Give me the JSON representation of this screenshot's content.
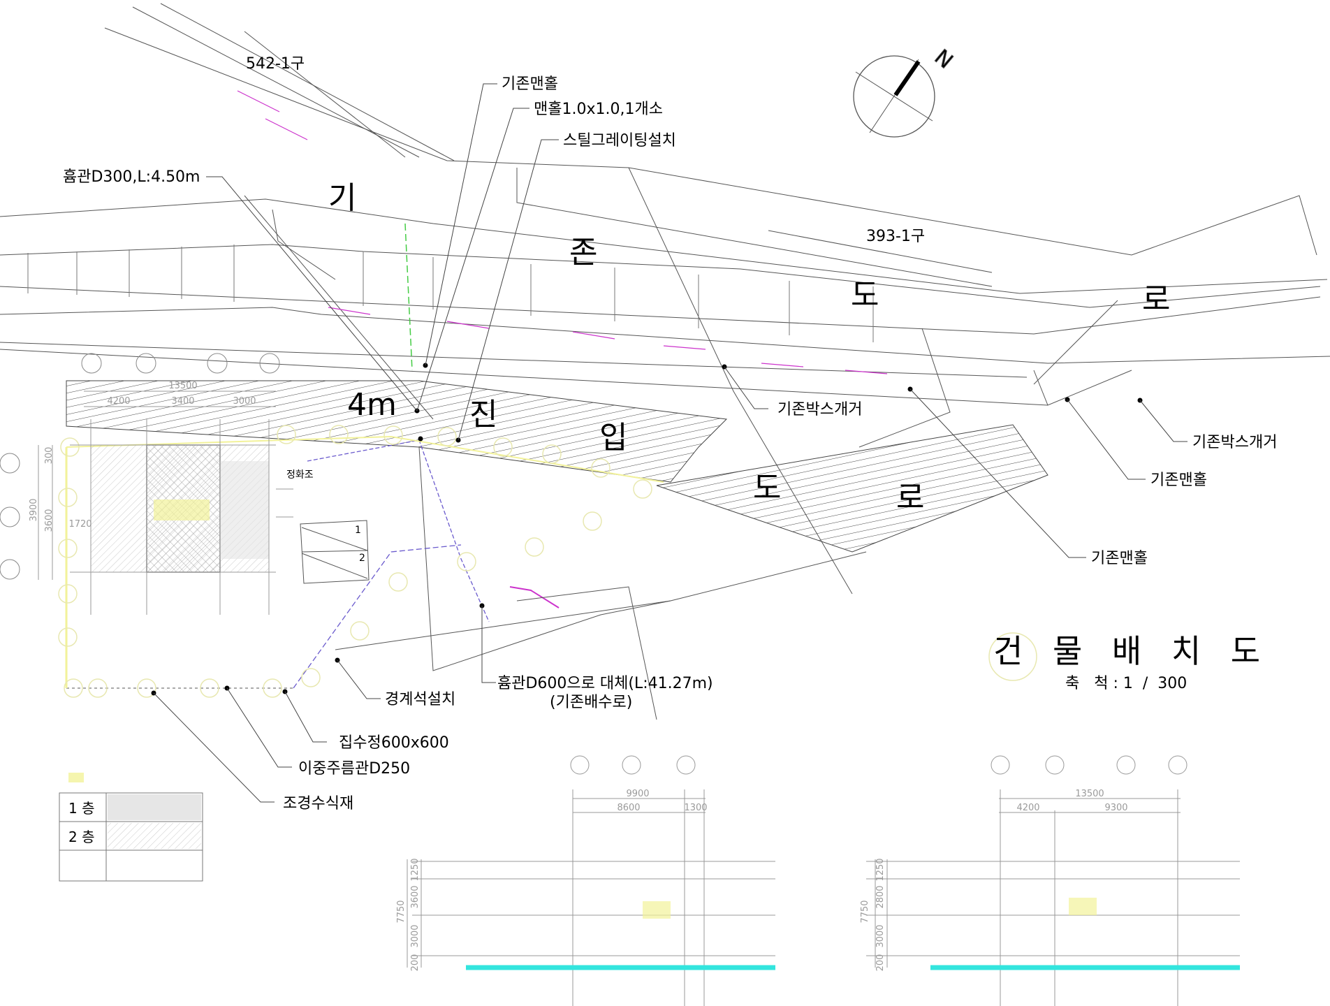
{
  "drawing": {
    "title": "건 물 배 치 도",
    "scale": "축   척 : 1  /  300",
    "north": "N",
    "road_labels": {
      "existing_road": [
        "기",
        "존",
        "도",
        "로"
      ],
      "access_road_width": "4m",
      "access_road": [
        "진",
        "입",
        "도",
        "로"
      ]
    },
    "lot_labels": [
      "542-1구",
      "393-1구"
    ],
    "annotations": {
      "existing_manhole_1": "기존맨홀",
      "manhole_new": "맨홀1.0x1.0,1개소",
      "steel_grating": "스틸그레이팅설치",
      "pipe_d300": "흄관D300,L:4.50m",
      "box_culvert_1": "기존박스개거",
      "box_culvert_2": "기존박스개거",
      "existing_manhole_2": "기존맨홀",
      "existing_manhole_3": "기존맨홀",
      "pipe_d600_line1": "흄관D600으로 대체(L:41.27m)",
      "pipe_d600_line2": "(기존배수로)",
      "curb_stone": "경계석설치",
      "catch_basin": "집수정600x600",
      "double_pipe": "이중주름관D250",
      "landscape": "조경수식재",
      "septic": "정화조"
    },
    "legend": {
      "floor_1": "1 층",
      "floor_2": "2 층",
      "box_1": "1",
      "box_2": "2"
    },
    "dimensions": {
      "plan_top": [
        "13500",
        "4200",
        "3400",
        "3000"
      ],
      "plan_side": [
        "300",
        "3900",
        "3600",
        "1720"
      ],
      "elev1_top": [
        "9900",
        "8600",
        "1300"
      ],
      "elev1_side": [
        "7750",
        "1250",
        "3600",
        "3000",
        "200"
      ],
      "elev2_top": [
        "13500",
        "4200",
        "9300"
      ],
      "elev2_side": [
        "7750",
        "1250",
        "2800",
        "3000",
        "200"
      ]
    },
    "colors": {
      "line": "#555555",
      "cyan": "#33e5de",
      "magenta": "#cc33cc",
      "yellow": "#f2f29a",
      "green": "#44cc44",
      "purple": "#6a5acd"
    }
  }
}
